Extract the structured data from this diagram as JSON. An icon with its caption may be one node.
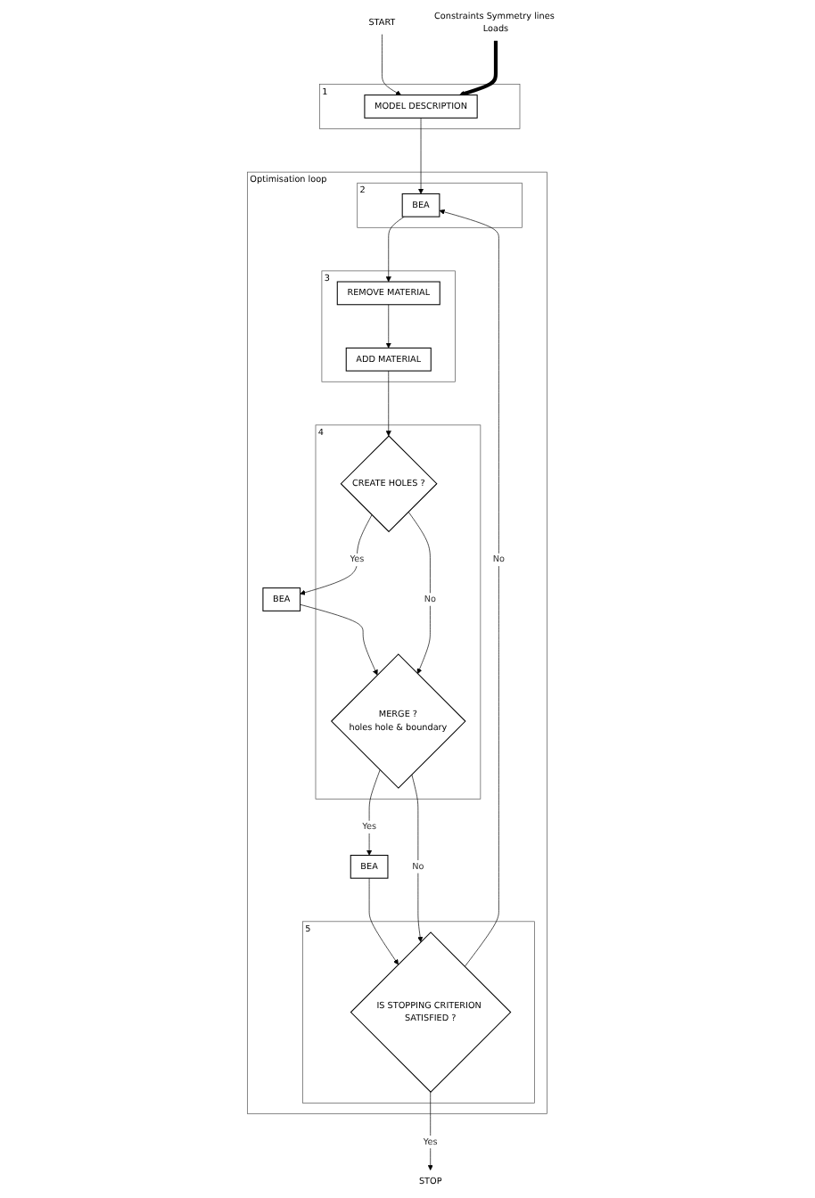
{
  "diagram": {
    "nodes": [
      {
        "text": [
          "START"
        ]
      },
      {
        "text": [
          "1"
        ]
      },
      {
        "text": [
          "MODEL DESCRIPTION"
        ],
        "in": 1
      },
      {
        "text": [
          "Constraints Symmetry lines Loads"
        ]
      },
      {
        "text": [
          "Optimisation loop"
        ]
      },
      {
        "text": [
          "2"
        ],
        "in": 4
      },
      {
        "text": [
          "BEA"
        ],
        "in": 5
      },
      {
        "text": [
          "3"
        ],
        "in": 4
      },
      {
        "text": [
          "REMOVE MATERIAL"
        ],
        "in": 7
      },
      {
        "text": [
          "ADD MATERIAL"
        ],
        "in": 7
      },
      {
        "text": [
          "4"
        ],
        "in": 4
      },
      {
        "text": [
          "CREATE HOLES ?"
        ],
        "in": 10
      },
      {
        "text": [
          "BEA"
        ],
        "in": 4
      },
      {
        "text": [
          "MERGE ?",
          "holes hole & boundary"
        ],
        "in": 10
      },
      {
        "text": [
          "BEA"
        ],
        "in": 4
      },
      {
        "text": [
          "5"
        ],
        "in": 4
      },
      {
        "text": [
          "IS STOPPING CRITERION SATISFIED ?"
        ],
        "in": 15
      },
      {
        "text": [
          "STOP"
        ]
      }
    ],
    "edges": [
      {
        "from": 0,
        "to": 2,
        "arrow": "to"
      },
      {
        "from": 3,
        "to": 2,
        "arrow": "to",
        "style": "thick"
      },
      {
        "from": 2,
        "to": 6,
        "arrow": "to"
      },
      {
        "from": 6,
        "to": 8,
        "arrow": "to"
      },
      {
        "from": 8,
        "to": 9,
        "arrow": "to"
      },
      {
        "from": 9,
        "to": 11,
        "arrow": "to"
      },
      {
        "from": 11,
        "to": 12,
        "arrow": "to",
        "label": "Yes"
      },
      {
        "from": 12,
        "to": 13,
        "arrow": "to"
      },
      {
        "from": 11,
        "to": 13,
        "arrow": "to",
        "label": "No"
      },
      {
        "from": 13,
        "to": 14,
        "arrow": "to",
        "label": "Yes"
      },
      {
        "from": 14,
        "to": 16,
        "arrow": "to"
      },
      {
        "from": 13,
        "to": 16,
        "arrow": "to",
        "label": "No"
      },
      {
        "from": 16,
        "to": 6,
        "arrow": "to",
        "label": "No"
      },
      {
        "from": 16,
        "to": 17,
        "arrow": "to",
        "label": "Yes"
      }
    ]
  }
}
